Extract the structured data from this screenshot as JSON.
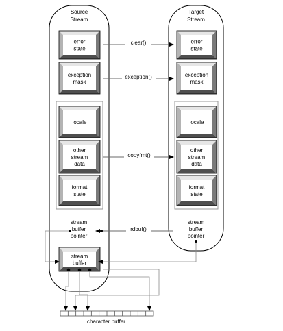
{
  "source": {
    "title": [
      "Source",
      "Stream"
    ],
    "boxes": {
      "error": [
        "error",
        "state"
      ],
      "exception": [
        "exception",
        "mask"
      ],
      "locale": [
        "locale"
      ],
      "other": [
        "other",
        "stream",
        "data"
      ],
      "format": [
        "format",
        "state"
      ],
      "buffer": [
        "stream",
        "buffer"
      ]
    },
    "pointer": [
      "stream",
      "buffer",
      "pointer"
    ]
  },
  "target": {
    "title": [
      "Target",
      "Stream"
    ],
    "boxes": {
      "error": [
        "error",
        "state"
      ],
      "exception": [
        "exception",
        "mask"
      ],
      "locale": [
        "locale"
      ],
      "other": [
        "other",
        "stream",
        "data"
      ],
      "format": [
        "format",
        "state"
      ]
    },
    "pointer": [
      "stream",
      "buffer",
      "pointer"
    ]
  },
  "operations": {
    "clear": "clear()",
    "exceptions": "exception()",
    "copyfmt": "copyfmt()",
    "rdbuf": "rdbuf()"
  },
  "character_buffer": {
    "label": "character buffer",
    "cells": 12
  },
  "colors": {
    "box_face": "#ffffff",
    "bevel_light": "#e6e6e6",
    "bevel_mid": "#b4b4b4",
    "bevel_dark": "#7a7a7a",
    "bevel_darkest": "#4f4f4f",
    "line": "#000000"
  }
}
